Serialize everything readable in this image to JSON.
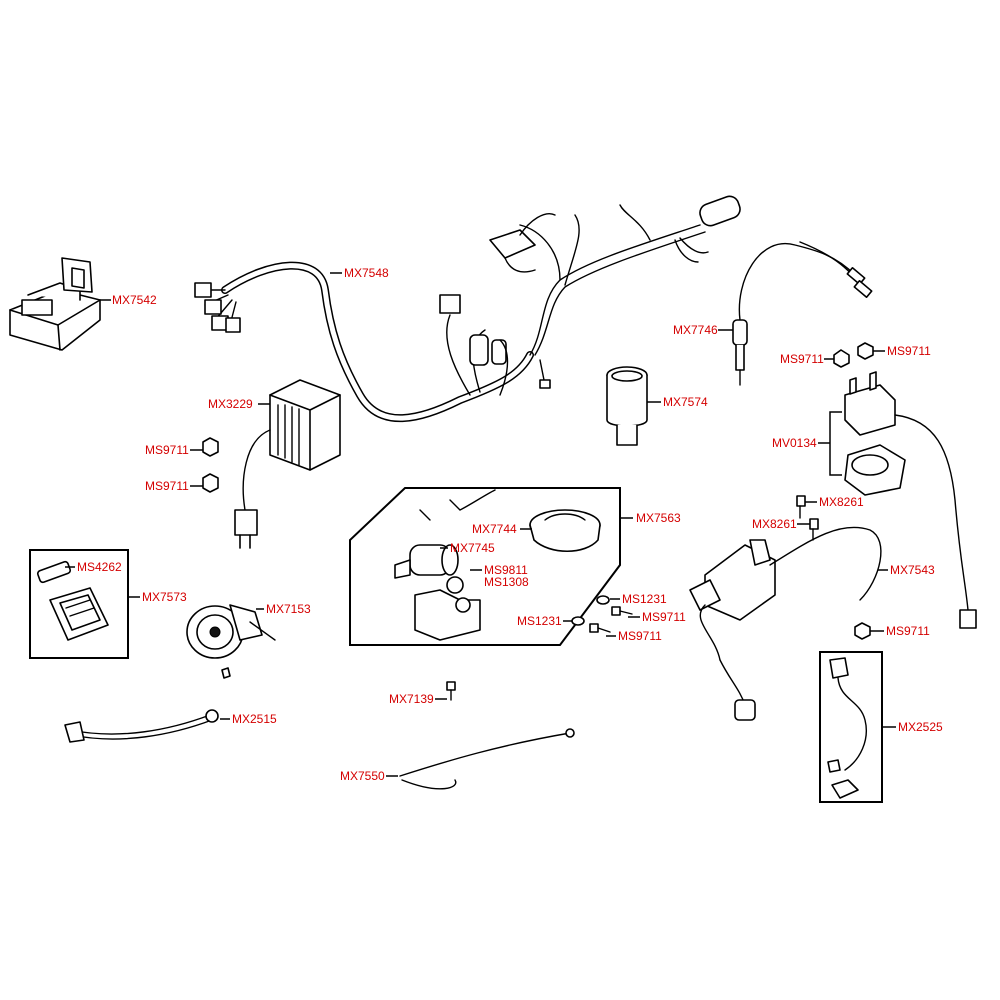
{
  "diagram": {
    "labels": {
      "mx7542": "MX7542",
      "mx7548": "MX7548",
      "mx3229": "MX3229",
      "ms9711_a": "MS9711",
      "ms9711_b": "MS9711",
      "mx7574": "MX7574",
      "mx7746": "MX7746",
      "ms9711_c": "MS9711",
      "ms9711_d": "MS9711",
      "mv0134": "MV0134",
      "mx8261_a": "MX8261",
      "mx8261_b": "MX8261",
      "mx7563": "MX7563",
      "mx7744": "MX7744",
      "mx7745": "MX7745",
      "ms9811": "MS9811",
      "ms1308": "MS1308",
      "ms4262": "MS4262",
      "mx7573": "MX7573",
      "mx7153": "MX7153",
      "ms1231_a": "MS1231",
      "ms9711_e": "MS9711",
      "ms1231_b": "MS1231",
      "ms9711_f": "MS9711",
      "mx7543": "MX7543",
      "ms9711_g": "MS9711",
      "mx2515": "MX2515",
      "mx7139": "MX7139",
      "mx2525": "MX2525",
      "mx7550": "MX7550"
    },
    "colors": {
      "label": "#d40000",
      "line": "#000000",
      "background": "#ffffff"
    }
  }
}
